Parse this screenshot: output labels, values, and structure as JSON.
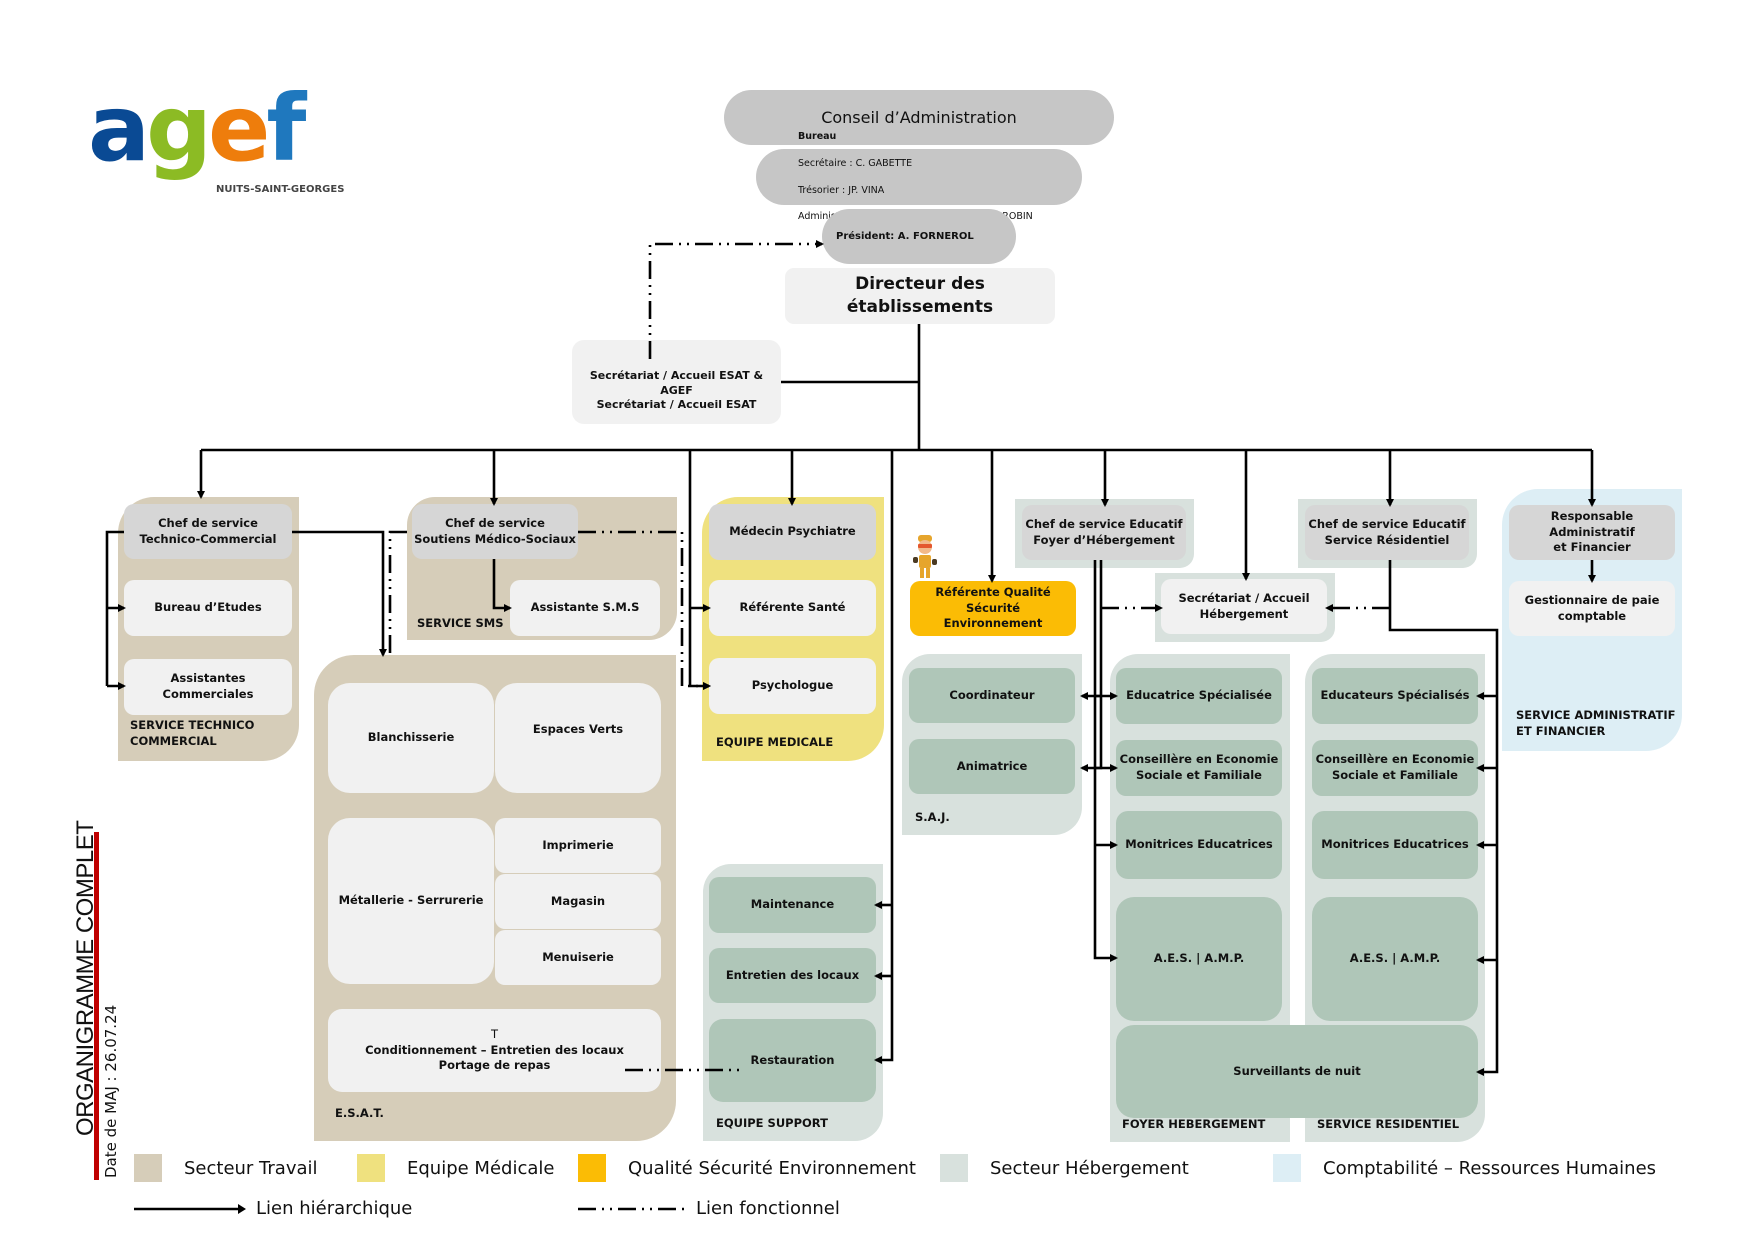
{
  "logo": {
    "letters": [
      "a",
      "g",
      "e",
      "f"
    ],
    "letter_colors": [
      "#0a4a94",
      "#8cbb24",
      "#ee7d0c",
      "#1f78be"
    ],
    "subtitle": "NUITS-SAINT-GEORGES"
  },
  "title": {
    "main": "ORGANIGRAMME COMPLET",
    "date": "Date de MAJ : 26.07.24",
    "accent_color": "#c00000"
  },
  "governance": {
    "conseil": "Conseil d’Administration",
    "bureau_title": "Bureau",
    "bureau_lines": [
      "Secrétaire : C. GABETTE",
      "Trésorier : JP. VINA",
      "Administrateur en charge des travaux : M. ROBIN"
    ],
    "president": "Président: A. FORNEROL",
    "directeur": "Directeur des établissements",
    "secretariat": "Secrétariat / Accueil ESAT & AGEF\nSecrétariat / Accueil ESAT"
  },
  "technico": {
    "chef": "Chef de service\nTechnico-Commercial",
    "items": [
      "Bureau d’Etudes",
      "Assistantes Commerciales"
    ],
    "label": "SERVICE TECHNICO\nCOMMERCIAL"
  },
  "sms": {
    "chef": "Chef de service\nSoutiens Médico-Sociaux",
    "items": [
      "Assistante S.M.S"
    ],
    "label": "SERVICE SMS"
  },
  "esat": {
    "items": [
      "Blanchisserie",
      "Espaces Verts",
      "Métallerie - Serrurerie",
      "Imprimerie",
      "Magasin",
      "Menuiserie"
    ],
    "bottom_mark": "T",
    "bottom": "Conditionnement – Entretien des locaux\nPortage de repas",
    "label": "E.S.A.T."
  },
  "medical": {
    "items": [
      "Médecin Psychiatre",
      "Référente Santé",
      "Psychologue"
    ],
    "label": "EQUIPE MEDICALE"
  },
  "support": {
    "items": [
      "Maintenance",
      "Entretien des locaux",
      "Restauration"
    ],
    "label": "EQUIPE SUPPORT"
  },
  "qse": {
    "title": "Référente Qualité Sécurité\nEnvironnement"
  },
  "saj": {
    "items": [
      "Coordinateur",
      "Animatrice"
    ],
    "label": "S.A.J."
  },
  "foyer": {
    "chef": "Chef de service Educatif\nFoyer d’Hébergement",
    "items": [
      "Educatrice Spécialisée",
      "Conseillère en Economie\nSociale et Familiale",
      "Monitrices Educatrices",
      "A.E.S.  |  A.M.P."
    ],
    "label": "FOYER HEBERGEMENT"
  },
  "secretariat_heb": "Secrétariat / Accueil\nHébergement",
  "residentiel": {
    "chef": "Chef de service Educatif\nService Résidentiel",
    "items": [
      "Educateurs Spécialisés",
      "Conseillère en Economie\nSociale et Familiale",
      "Monitrices Educatrices",
      "A.E.S.  |  A.M.P."
    ],
    "label": "SERVICE RESIDENTIEL"
  },
  "surveillants": "Surveillants de nuit",
  "admin": {
    "chef": "Responsable Administratif\net Financier",
    "items": [
      "Gestionnaire de paie\ncomptable"
    ],
    "label": "SERVICE ADMINISTRATIF\nET FINANCIER"
  },
  "legend": {
    "sectors": [
      {
        "label": "Secteur Travail",
        "color": "#d6cdb9"
      },
      {
        "label": "Equipe Médicale",
        "color": "#efe17f"
      },
      {
        "label": "Qualité Sécurité Environnement",
        "color": "#fbbc05"
      },
      {
        "label": "Secteur Hébergement",
        "color": "#d8e1dd"
      },
      {
        "label": "Comptabilité – Ressources Humaines",
        "color": "#ddeef5"
      }
    ],
    "links": [
      {
        "label": "Lien hiérarchique",
        "style": "solid"
      },
      {
        "label": "Lien fonctionnel",
        "style": "dash-dot"
      }
    ]
  }
}
